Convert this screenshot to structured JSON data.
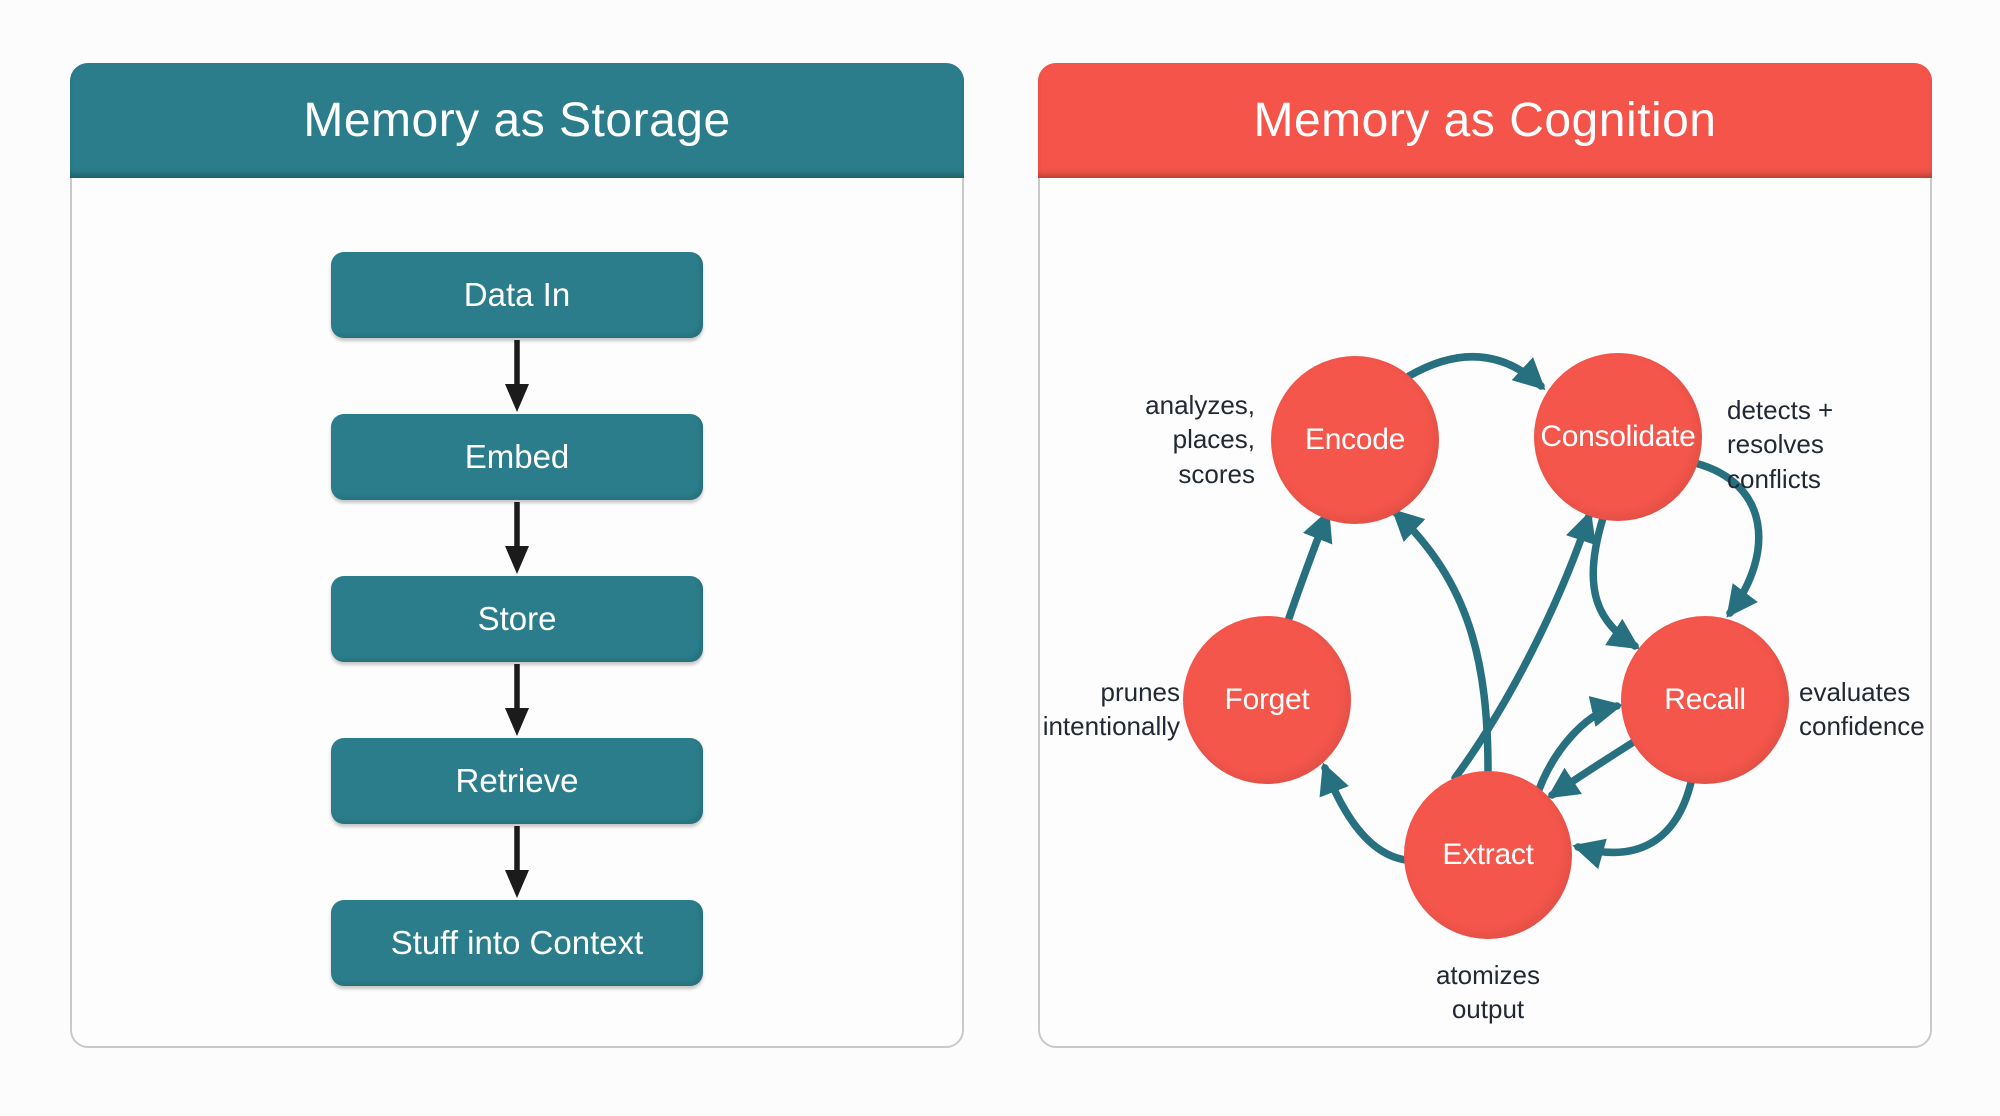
{
  "left_panel": {
    "title": "Memory as Storage",
    "steps": [
      "Data In",
      "Embed",
      "Store",
      "Retrieve",
      "Stuff into Context"
    ]
  },
  "right_panel": {
    "title": "Memory as Cognition",
    "nodes": [
      {
        "label": "Encode",
        "annotation": "analyzes,\nplaces,\nscores"
      },
      {
        "label": "Consolidate",
        "annotation": "detects +\nresolves\nconflicts"
      },
      {
        "label": "Forget",
        "annotation": "prunes\nintentionally"
      },
      {
        "label": "Recall",
        "annotation": "evaluates\nconfidence"
      },
      {
        "label": "Extract",
        "annotation": "atomizes\noutput"
      }
    ],
    "edges": [
      {
        "from": "Encode",
        "to": "Consolidate"
      },
      {
        "from": "Forget",
        "to": "Encode"
      },
      {
        "from": "Extract",
        "to": "Encode"
      },
      {
        "from": "Extract",
        "to": "Consolidate"
      },
      {
        "from": "Consolidate",
        "to": "Recall",
        "variant": "outer"
      },
      {
        "from": "Consolidate",
        "to": "Recall",
        "variant": "inner"
      },
      {
        "from": "Extract",
        "to": "Recall"
      },
      {
        "from": "Recall",
        "to": "Extract",
        "variant": "inner"
      },
      {
        "from": "Recall",
        "to": "Extract",
        "variant": "outer"
      },
      {
        "from": "Extract",
        "to": "Forget"
      }
    ]
  },
  "colors": {
    "teal": "#2B7D8B",
    "coral": "#F4544A",
    "arrow_teal": "#27707F",
    "flow_arrow_black": "#1B1B1B",
    "annotation_text": "#222834",
    "panel_border": "#C9C9C9",
    "title_text": "#FFFFFF"
  }
}
